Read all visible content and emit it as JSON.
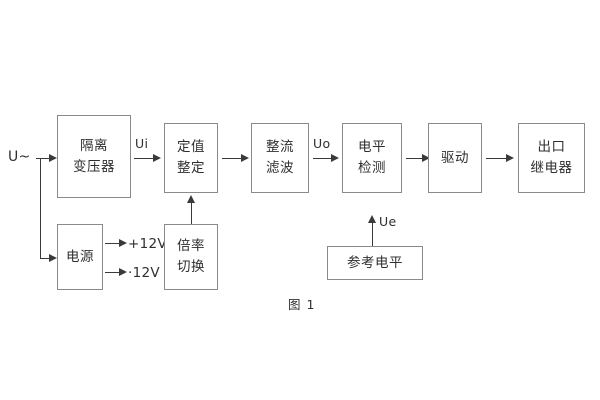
{
  "figure": {
    "caption": "图 1",
    "type": "block-diagram",
    "colors": {
      "background": "#ffffff",
      "block_border": "#8a8a8a",
      "connector": "#3a3a3a",
      "text": "#2f2f2f"
    }
  },
  "blocks": [
    {
      "id": "isolation-transformer",
      "lines": [
        "隔离",
        "变压器"
      ]
    },
    {
      "id": "setting-adjustment",
      "lines": [
        "定值",
        "整定"
      ]
    },
    {
      "id": "rectify-filter",
      "lines": [
        "整流",
        "滤波"
      ]
    },
    {
      "id": "level-detection",
      "lines": [
        "电平",
        "检测"
      ]
    },
    {
      "id": "driver",
      "lines": [
        "驱动"
      ]
    },
    {
      "id": "output-relay",
      "lines": [
        "出口",
        "继电器"
      ]
    },
    {
      "id": "power-supply",
      "lines": [
        "电源"
      ]
    },
    {
      "id": "multiplier-switch",
      "lines": [
        "倍率",
        "切换"
      ]
    },
    {
      "id": "reference-level",
      "lines": [
        "参考电平"
      ]
    }
  ],
  "labels": {
    "input_source": "U~",
    "signal_ui": "Ui",
    "signal_uo": "Uo",
    "signal_ue": "Ue",
    "rail_positive": "+12V",
    "rail_negative": "·12V"
  },
  "signal_flow": [
    "U~",
    "隔离变压器",
    "定值整定",
    "整流滤波",
    "电平检测",
    "驱动",
    "出口继电器"
  ]
}
